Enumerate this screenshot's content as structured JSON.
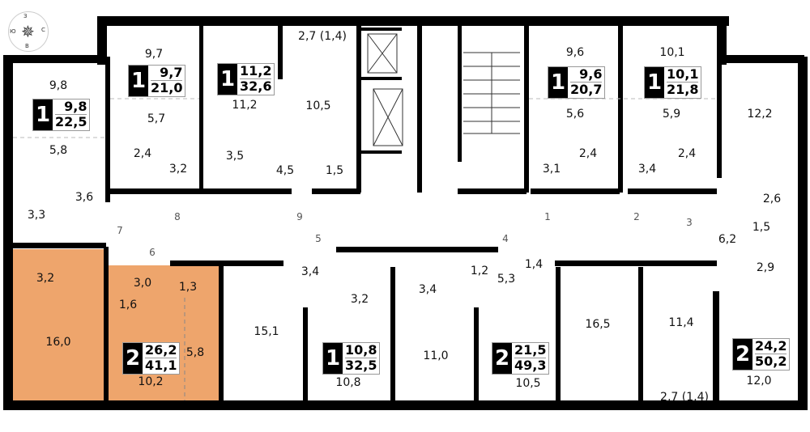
{
  "compass": {
    "n": "З",
    "e": "С",
    "s": "В",
    "w": "Ю"
  },
  "colors": {
    "highlight": "#eea56c",
    "wall": "#000000"
  },
  "rooms": [
    "9,7",
    "9,8",
    "5,7",
    "5,8",
    "2,4",
    "3,2",
    "3,6",
    "3,3",
    "11,2",
    "3,5",
    "4,5",
    "1,5",
    "10,5",
    "2,7 (1,4)",
    "9,6",
    "5,6",
    "2,4",
    "3,1",
    "10,1",
    "5,9",
    "2,4",
    "3,4",
    "12,2",
    "2,6",
    "1,5",
    "6,2",
    "2,9",
    "3,2",
    "3,0",
    "1,3",
    "1,6",
    "16,0",
    "5,8",
    "10,2",
    "15,1",
    "3,4",
    "3,2",
    "10,8",
    "11,0",
    "3,4",
    "1,2",
    "5,3",
    "1,4",
    "10,5",
    "16,5",
    "11,4",
    "2,7 (1,4)",
    "12,0"
  ],
  "doors": [
    "1",
    "2",
    "3",
    "4",
    "5",
    "6",
    "7",
    "8",
    "9"
  ],
  "apartments": [
    {
      "rooms": "1",
      "living": "9,7",
      "total": "21,0"
    },
    {
      "rooms": "1",
      "living": "9,8",
      "total": "22,5"
    },
    {
      "rooms": "1",
      "living": "11,2",
      "total": "32,6"
    },
    {
      "rooms": "1",
      "living": "9,6",
      "total": "20,7"
    },
    {
      "rooms": "1",
      "living": "10,1",
      "total": "21,8"
    },
    {
      "rooms": "2",
      "living": "26,2",
      "total": "41,1"
    },
    {
      "rooms": "1",
      "living": "10,8",
      "total": "32,5"
    },
    {
      "rooms": "2",
      "living": "21,5",
      "total": "49,3"
    },
    {
      "rooms": "2",
      "living": "24,2",
      "total": "50,2"
    }
  ]
}
